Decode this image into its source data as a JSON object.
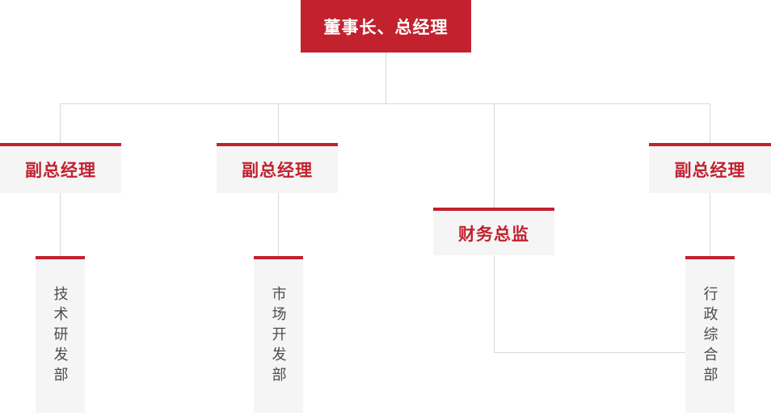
{
  "colors": {
    "accent_red": "#c2212e",
    "node_background": "#f5f5f6",
    "connector_line": "#d9d9d9",
    "department_text": "#4d4d4d",
    "root_text": "#ffffff"
  },
  "org_chart": {
    "root": {
      "label": "董事长、总经理"
    },
    "level2": [
      {
        "id": "deputy-gm-1",
        "label": "副总经理"
      },
      {
        "id": "deputy-gm-2",
        "label": "副总经理"
      },
      {
        "id": "finance-director",
        "label": "财务总监"
      },
      {
        "id": "deputy-gm-3",
        "label": "副总经理"
      }
    ],
    "departments": [
      {
        "id": "tech-rd",
        "label": "技术研发部"
      },
      {
        "id": "market-dev",
        "label": "市场开发部"
      },
      {
        "id": "admin-general",
        "label": "行政综合部"
      }
    ]
  }
}
